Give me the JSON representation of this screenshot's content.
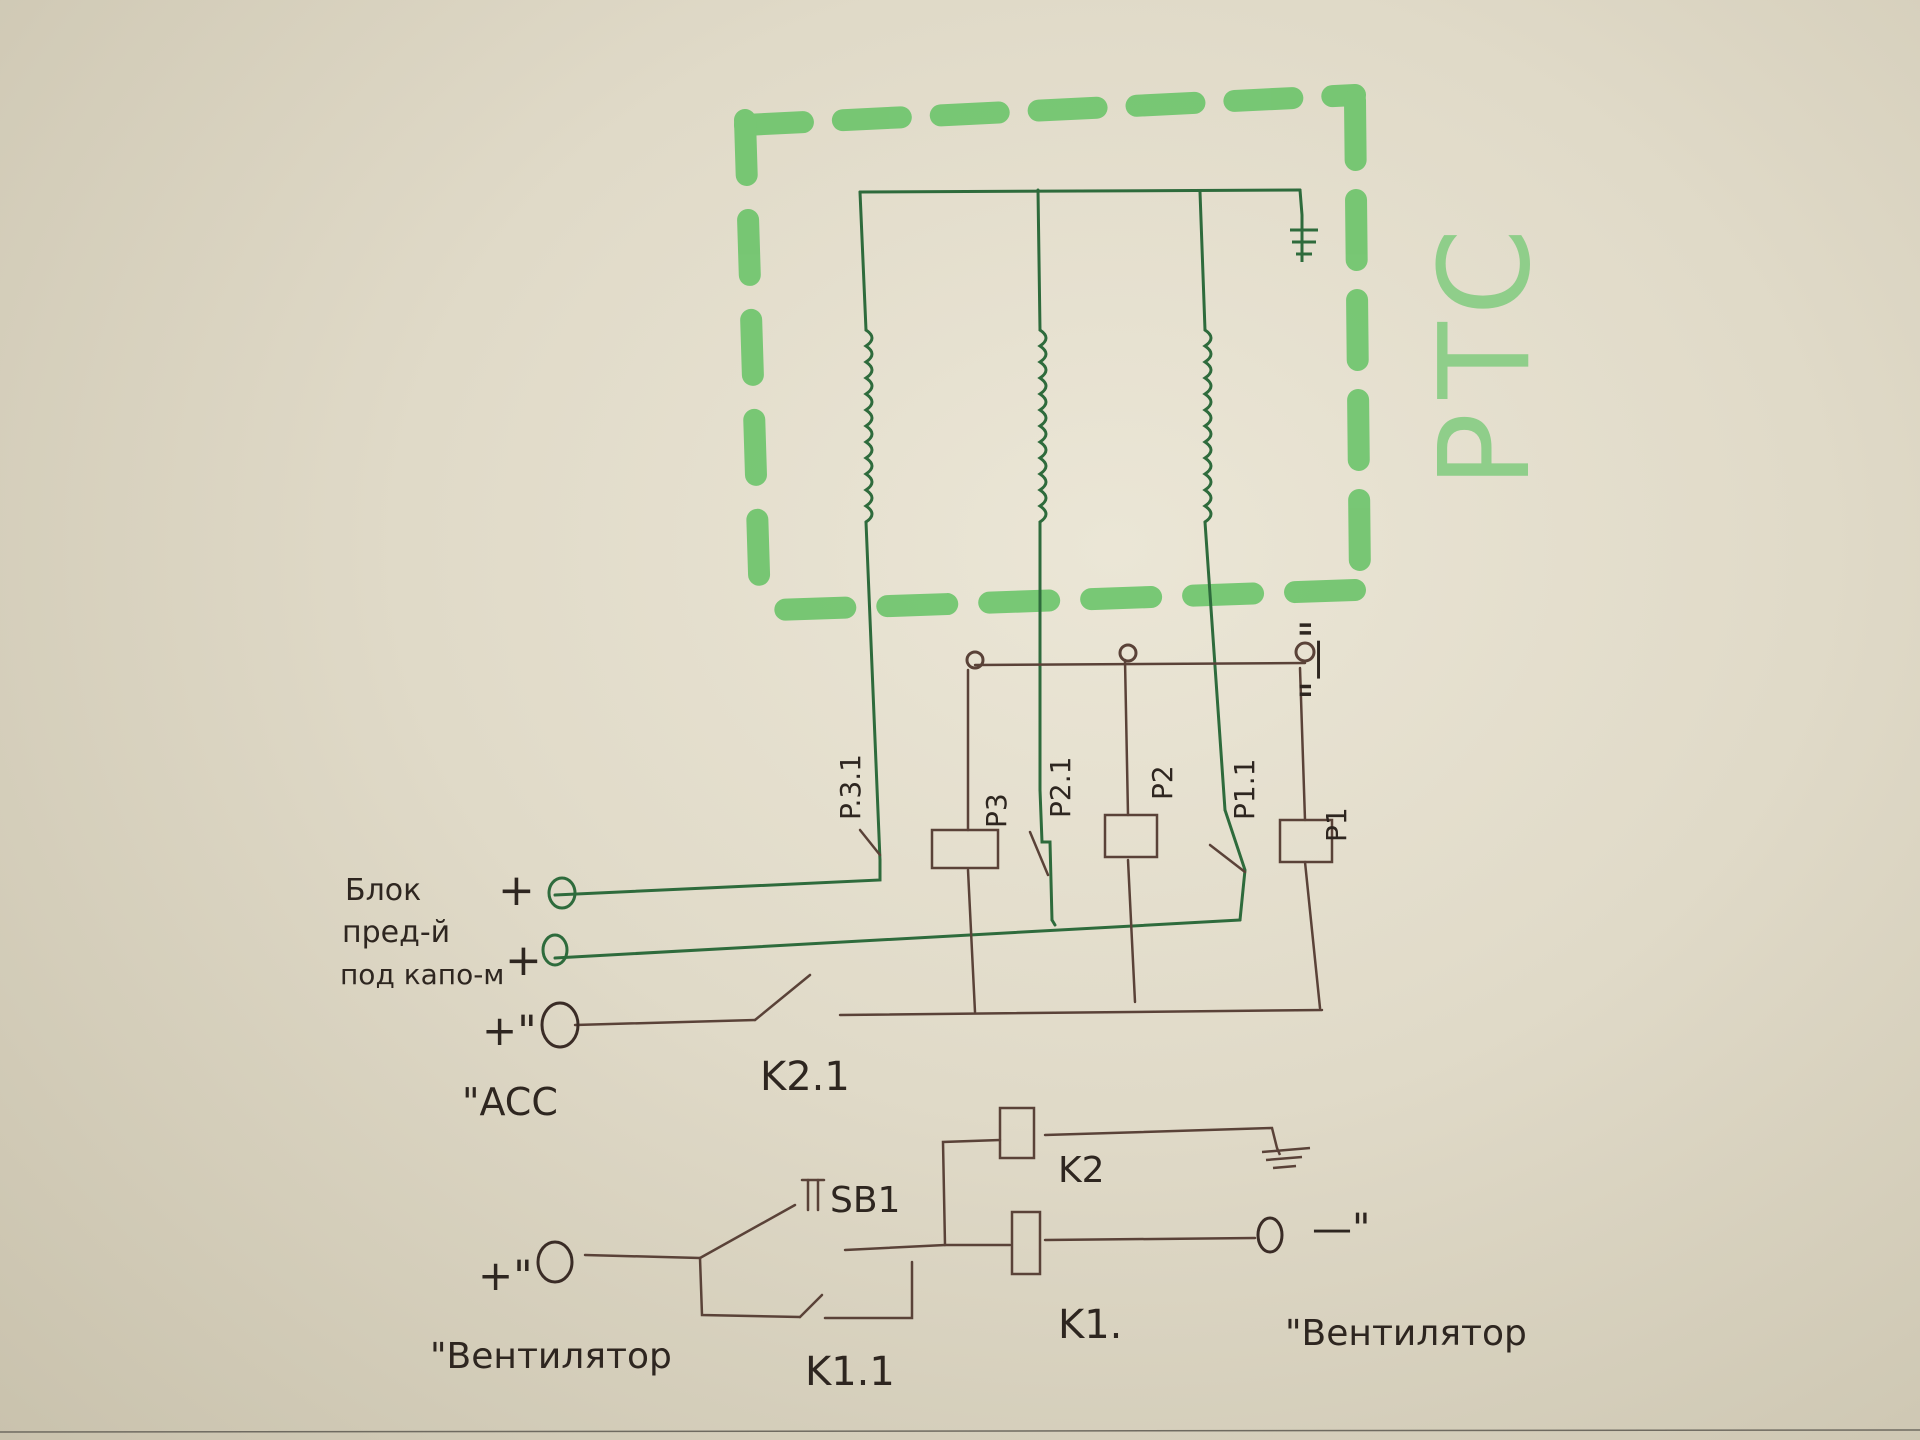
{
  "diagram": {
    "ptc_label": "PTC",
    "ground_symbol": "ground-icon",
    "terminals": {
      "minus_top": "\"—\"",
      "block_label_line1": "Блок",
      "block_label_line2": "пред-й",
      "block_label_line3": "под капо-м",
      "plus_1": "+",
      "plus_2": "+",
      "acc_plus": "+\"",
      "acc_label": "\"ACC",
      "fan_plus": "+\"",
      "fan_label_left": "\"Вентилятор",
      "fan_minus": "—\"",
      "fan_label_right": "\"Вентилятор"
    },
    "relays": {
      "p3_contact": "P.3.1",
      "p3_coil": "P3",
      "p2_contact": "P2.1",
      "p2_coil": "P2",
      "p1_contact": "P1.1",
      "p1_coil": "P1"
    },
    "bottom": {
      "k21": "K2.1",
      "sb1": "SB1",
      "k2": "K2",
      "k1": "K1.",
      "k11": "K1.1"
    }
  },
  "colors": {
    "paper": "#e6e0cf",
    "ink": "#4a3a33",
    "green_ink": "#2e6b3c",
    "highlighter": "#6cc46a"
  }
}
